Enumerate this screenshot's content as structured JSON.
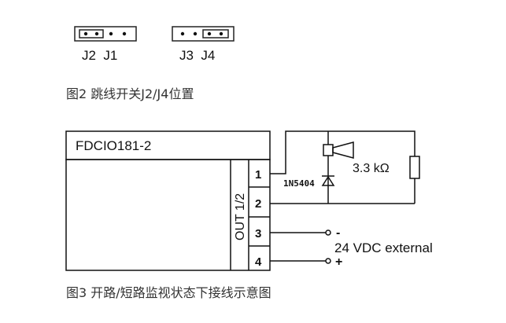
{
  "jumpers": {
    "left_labels": "J2  J1",
    "right_labels": "J3  J4"
  },
  "caption_fig2": "图2 跳线开关J2/J4位置",
  "device": {
    "name": "FDCIO181-2",
    "output_label": "OUT 1/2",
    "terminals": [
      "1",
      "2",
      "3",
      "4"
    ]
  },
  "components": {
    "diode_label": "1N5404",
    "resistor_label": "3.3 kΩ"
  },
  "supply": {
    "label": "24 VDC external",
    "minus": "-",
    "plus": "+"
  },
  "caption_fig3": "图3 开路/短路监视状态下接线示意图"
}
